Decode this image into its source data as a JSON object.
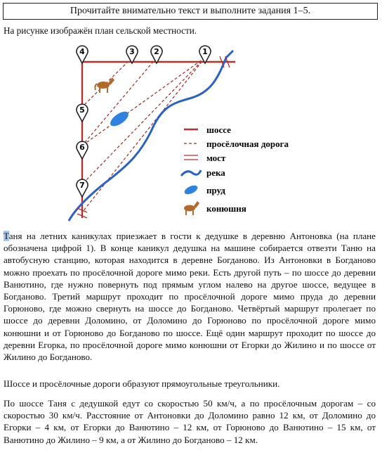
{
  "header": {
    "title": "Прочитайте внимательно текст и выполните задания 1–5."
  },
  "intro": "На рисунке изображён план сельской местности.",
  "map": {
    "markers": [
      "1",
      "2",
      "3",
      "4",
      "5",
      "6",
      "7"
    ],
    "legend": {
      "highway": "шоссе",
      "dirt_road": "просёлочная дорога",
      "bridge": "мост",
      "river": "река",
      "pond": "пруд",
      "stable": "конюшня"
    },
    "colors": {
      "highway": "#b5312b",
      "dirt_road": "#9c2a25",
      "river": "#2a62c9",
      "pond": "#2f83e0",
      "marker": "#222222"
    }
  },
  "text": {
    "p1_first_letter": "Т",
    "p1": "аня на летних каникулах приезжает в гости к дедушке в деревню Антоновка (на плане обозначена цифрой 1). В конце каникул дедушка на машине собирается отвезти Таню на автобусную станцию, которая находится в деревне Богданово. Из Антоновки в Богданово можно проехать по просёлочной дороге мимо реки. Есть другой путь – по шоссе до деревни Ванютино, где нужно повернуть под прямым углом налево на другое шоссе, ведущее в Богданово. Третий маршрут проходит по просёлочной дороге мимо пруда до деревни Горюново, где можно свернуть на шоссе до Богданово. Четвёртый маршрут пролегает по шоссе до деревни Доломино, от Доломино до Горюново по просёлочной дороге мимо конюшни и от Горюново до Богданово по шоссе. Ещё один маршрут проходит по шоссе до деревни Егорка, по просёлочной дороге мимо конюшни от Егорки до Жилино и по шоссе от Жилино до Богданово.",
    "p2": "Шоссе и просёлочные дороги образуют прямоугольные треугольники.",
    "p3": "По шоссе Таня с дедушкой едут со скоростью 50 км/ч, а по просёлочным дорогам – со скоростью 30 км/ч. Расстояние от Антоновки до Доломино равно 12 км, от Доломино до Егорки – 4 км, от Егорки до Ванютино – 12 км, от Горюново до Ванютино – 15 км, от Ванютино до Жилино – 9 км, а от Жилино до Богданово – 12 км."
  }
}
